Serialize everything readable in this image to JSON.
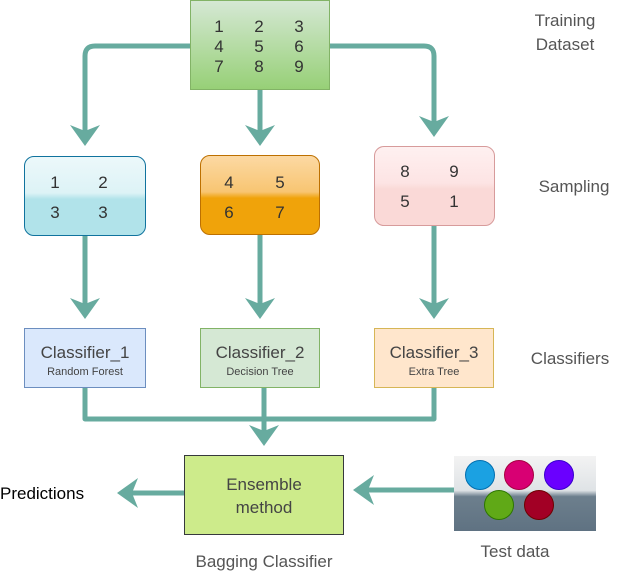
{
  "training": {
    "numbers": [
      "1",
      "2",
      "3",
      "4",
      "5",
      "6",
      "7",
      "8",
      "9"
    ],
    "label_line1": "Training",
    "label_line2": "Dataset"
  },
  "sampling": {
    "label": "Sampling",
    "sample1": [
      "1",
      "2",
      "3",
      "3"
    ],
    "sample2": [
      "4",
      "5",
      "6",
      "7"
    ],
    "sample3": [
      "8",
      "9",
      "5",
      "1"
    ]
  },
  "classifiers": {
    "label": "Classifiers",
    "items": [
      {
        "title": "Classifier_1",
        "subtitle": "Random Forest"
      },
      {
        "title": "Classifier_2",
        "subtitle": "Decision Tree"
      },
      {
        "title": "Classifier_3",
        "subtitle": "Extra Tree"
      }
    ]
  },
  "ensemble": {
    "line1": "Ensemble",
    "line2": "method",
    "caption": "Bagging Classifier"
  },
  "predictions": {
    "label": "Predictions"
  },
  "test_data": {
    "label": "Test data",
    "dot_colors": [
      "#1ba1e2",
      "#d80073",
      "#6a00ff",
      "#60a917",
      "#a20025"
    ]
  },
  "colors": {
    "arrow": "#67ab9f"
  }
}
